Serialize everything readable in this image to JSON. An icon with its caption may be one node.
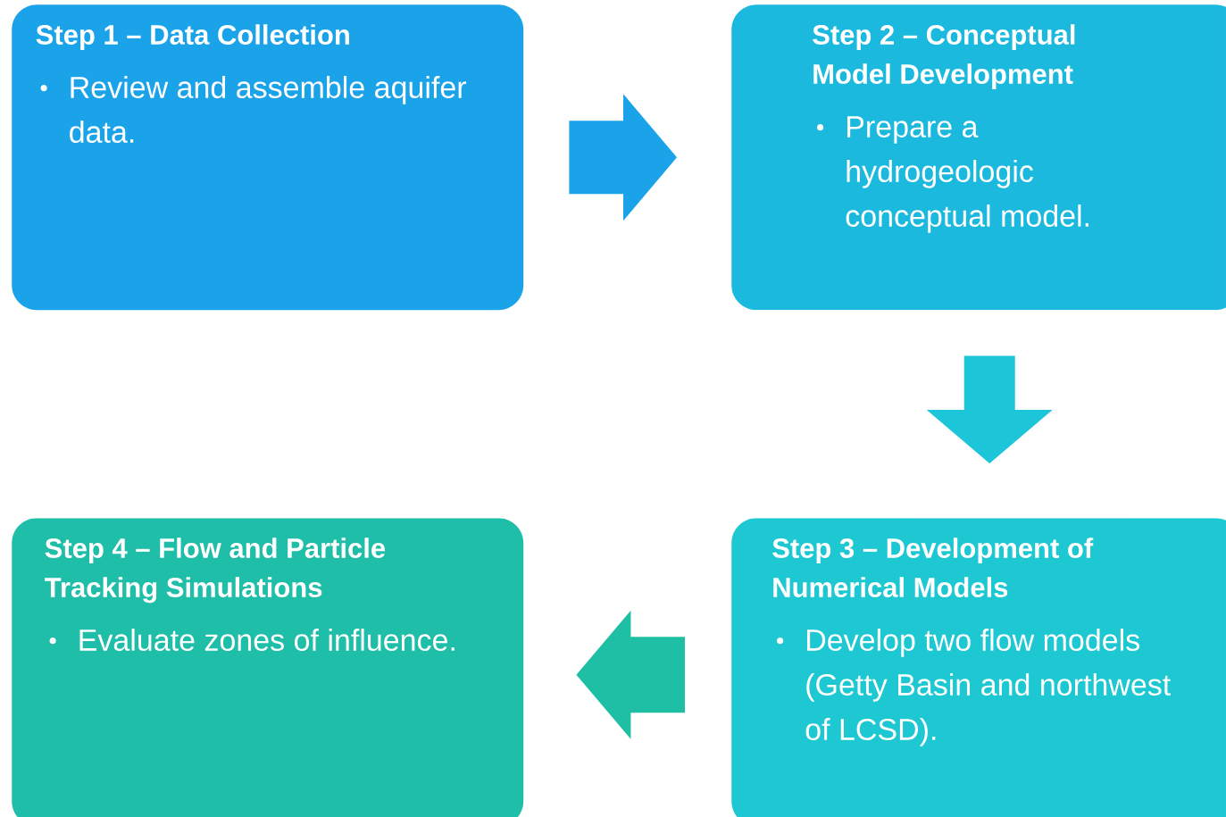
{
  "diagram": {
    "nodes": [
      {
        "text": [
          "Step 1 – Data Collection",
          "Review and assemble aquifer data."
        ]
      },
      {
        "text": [
          "Step 2 – Conceptual Model Development",
          "Prepare a hydrogeologic conceptual model."
        ]
      },
      {
        "text": [
          "Step 3 – Development of Numerical Models",
          "Develop two flow models (Getty Basin and northwest of LCSD)."
        ]
      },
      {
        "text": [
          "Step 4 – Flow and Particle Tracking Simulations",
          "Evaluate zones of influence."
        ]
      }
    ],
    "edges": [
      {
        "from": 0,
        "to": 1,
        "arrow": "to",
        "color": "#1aa3e8"
      },
      {
        "from": 1,
        "to": 2,
        "arrow": "to",
        "color": "#1cc5d8"
      },
      {
        "from": 2,
        "to": 3,
        "arrow": "to",
        "color": "#1fbfa6"
      }
    ]
  }
}
